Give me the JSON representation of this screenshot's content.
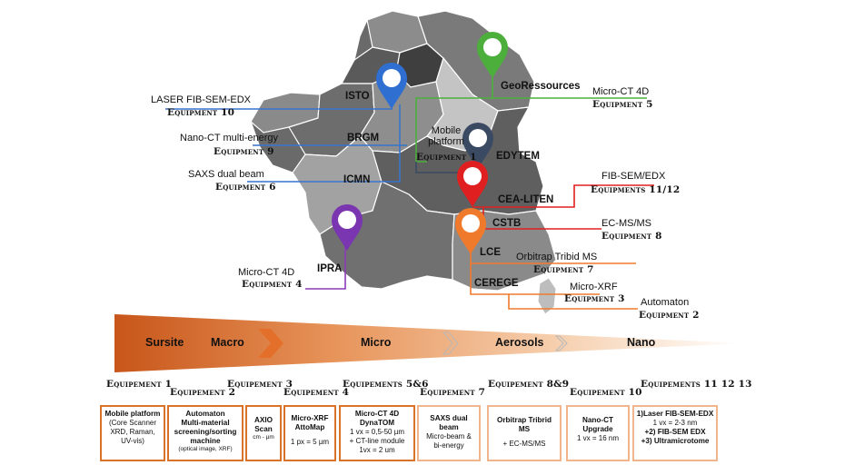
{
  "map": {
    "sites": {
      "isto": "ISTO",
      "brgm": "BRGM",
      "icmn": "ICMN",
      "georessources": "GeoRessources",
      "mobile_platform": "Mobile\nplatform",
      "edytem": "EDYTEM",
      "cea_liten": "CEA-LITEN",
      "cstb": "CSTB",
      "lce": "LCE",
      "cerege": "CEREGE",
      "ipra": "IPRA"
    },
    "equipment": [
      {
        "name": "LASER FIB-SEM-EDX",
        "label": "Equipment 10"
      },
      {
        "name": "Nano-CT multi-energy",
        "label": "Equipment 9"
      },
      {
        "name": "SAXS dual beam",
        "label": "Equipment 6"
      },
      {
        "name": "Micro-CT 4D",
        "label": "Equipment 4"
      },
      {
        "name": "Micro-CT 4D",
        "label": "Equipment 5"
      },
      {
        "name": "",
        "label": "Equipment 1"
      },
      {
        "name": "FIB-SEM/EDX",
        "label": "Equipments 11/12"
      },
      {
        "name": "EC-MS/MS",
        "label": "Equipment 8"
      },
      {
        "name": "Orbitrap Tribid MS",
        "label": "Equipment 7"
      },
      {
        "name": "Micro-XRF",
        "label": "Equipment 3"
      },
      {
        "name": "Automaton",
        "label": "Equipment 2"
      }
    ],
    "pin_colors": {
      "isto": "#2f6fd1",
      "georessources": "#4caf3c",
      "edytem": "#3b4a63",
      "cea_liten": "#e02020",
      "lce": "#f07a2c",
      "ipra": "#7a35b0"
    }
  },
  "scale": {
    "bands": [
      "Sursite",
      "Macro",
      "Micro",
      "Aerosols",
      "Nano"
    ]
  },
  "equipment_labels": [
    "Equipement 1",
    "Equipement 2",
    "Equipement 3",
    "Equipement 4",
    "Equipements 5&6",
    "Equipement 7",
    "Equipement 8&9",
    "Equipement 10",
    "Equipements 11 12 13"
  ],
  "boxes": [
    {
      "title": "Mobile platform",
      "lines": [
        "(Core Scanner",
        "XRD, Raman,",
        "UV-vis)"
      ]
    },
    {
      "title": "Automaton\nMulti-material\nscreening/sorting\nmachine",
      "lines": [],
      "small": "(optical image, XRF)"
    },
    {
      "title": "AXIO\nScan",
      "lines": [],
      "small": "cm - µm"
    },
    {
      "title": "Micro-XRF\nAttoMap",
      "lines": [
        "1 px = 5 µm"
      ]
    },
    {
      "title": "Micro-CT 4D\nDynaTOM",
      "lines": [
        "1 vx = 0,5-50 µm",
        "+ CT-line module",
        "1vx = 2 um"
      ]
    },
    {
      "title": "SAXS dual beam",
      "lines": [
        "Micro-beam &",
        "bi-energy"
      ]
    },
    {
      "title": "Orbitrap Tribrid\nMS",
      "lines": [
        "",
        "+ EC-MS/MS"
      ]
    },
    {
      "title": "Nano-CT\nUpgrade",
      "lines": [
        "1 vx = 16 nm"
      ]
    },
    {
      "title": "1)Laser FIB-SEM-EDX",
      "lines": [
        "1 vx = 2-3 nm",
        "+2) FIB-SEM EDX",
        "+3) Ultramicrotome"
      ]
    }
  ],
  "colors": {
    "map_dark": "#555555",
    "map_mid": "#8c8c8c",
    "map_light": "#c8c8c8",
    "blue_line": "#3a74c9",
    "green_line": "#4caf3c",
    "red_line": "#e02020",
    "orange_line": "#f07a2c",
    "purple_line": "#8a3bb8",
    "box_border": "#d9732a"
  }
}
